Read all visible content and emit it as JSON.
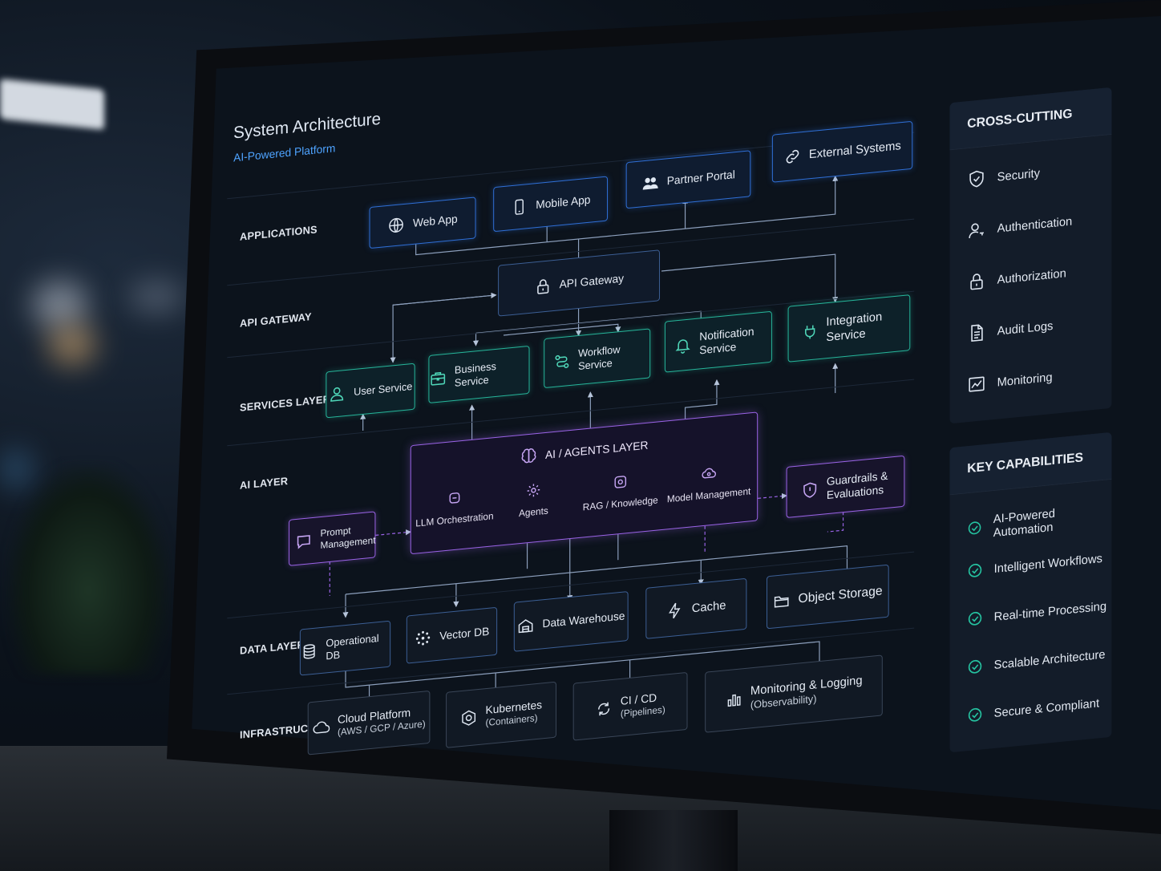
{
  "header": {
    "title": "System Architecture",
    "subtitle": "AI-Powered Platform"
  },
  "layers": {
    "applications": "APPLICATIONS",
    "api_gateway": "API GATEWAY",
    "services": "SERVICES LAYER",
    "ai": "AI LAYER",
    "data": "DATA LAYER",
    "infrastructure": "INFRASTRUCTURE"
  },
  "applications": [
    {
      "label": "Web App",
      "icon": "globe-icon"
    },
    {
      "label": "Mobile App",
      "icon": "smartphone-icon"
    },
    {
      "label": "Partner Portal",
      "icon": "users-icon"
    },
    {
      "label": "External Systems",
      "icon": "link-icon"
    }
  ],
  "gateway": {
    "label": "API Gateway",
    "icon": "lock-icon"
  },
  "services": [
    {
      "label": "User Service",
      "icon": "user-icon"
    },
    {
      "label": "Business Service",
      "icon": "briefcase-icon"
    },
    {
      "label": "Workflow Service",
      "icon": "workflow-icon"
    },
    {
      "label": "Notification Service",
      "icon": "bell-icon"
    },
    {
      "label": "Integration Service",
      "icon": "plug-icon"
    }
  ],
  "ai": {
    "title": "AI / AGENTS LAYER",
    "items": [
      {
        "label": "LLM Orchestration",
        "icon": "chip-icon"
      },
      {
        "label": "Agents",
        "icon": "gear-icon"
      },
      {
        "label": "RAG / Knowledge",
        "icon": "knowledge-icon"
      },
      {
        "label": "Model Management",
        "icon": "cloud-gear-icon"
      }
    ],
    "prompt": "Prompt Management",
    "guardrails": "Guardrails & Evaluations"
  },
  "data": [
    {
      "label": "Operational DB",
      "icon": "database-icon"
    },
    {
      "label": "Vector DB",
      "icon": "vector-icon"
    },
    {
      "label": "Data Warehouse",
      "icon": "warehouse-icon"
    },
    {
      "label": "Cache",
      "icon": "bolt-icon"
    },
    {
      "label": "Object Storage",
      "icon": "folder-icon"
    }
  ],
  "infrastructure": [
    {
      "label": "Cloud Platform",
      "sub": "(AWS / GCP / Azure)",
      "icon": "cloud-icon"
    },
    {
      "label": "Kubernetes",
      "sub": "(Containers)",
      "icon": "kubernetes-icon"
    },
    {
      "label": "CI / CD",
      "sub": "(Pipelines)",
      "icon": "cycle-icon"
    },
    {
      "label": "Monitoring & Logging",
      "sub": "(Observability)",
      "icon": "bar-chart-icon"
    }
  ],
  "cross_cutting": {
    "title": "CROSS-CUTTING",
    "items": [
      {
        "label": "Security",
        "icon": "shield-icon"
      },
      {
        "label": "Authentication",
        "icon": "user-key-icon"
      },
      {
        "label": "Authorization",
        "icon": "padlock-icon"
      },
      {
        "label": "Audit Logs",
        "icon": "document-icon"
      },
      {
        "label": "Monitoring",
        "icon": "line-chart-icon"
      }
    ]
  },
  "capabilities": {
    "title": "KEY CAPABILITIES",
    "items": [
      "AI-Powered Automation",
      "Intelligent Workflows",
      "Real-time Processing",
      "Scalable Architecture",
      "Secure & Compliant"
    ]
  },
  "colors": {
    "applications": "#2f6fd6",
    "services": "#26b59a",
    "ai": "#9a63e6",
    "check": "#25c2a0"
  }
}
